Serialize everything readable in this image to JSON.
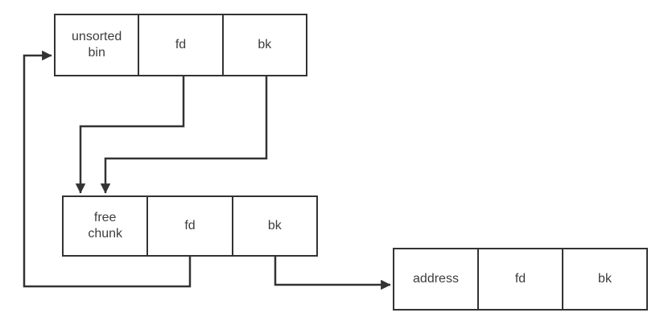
{
  "diagram": {
    "background_color": "#ffffff",
    "line_color": "#333333",
    "text_color": "#3d3d3d",
    "boxes": [
      {
        "id": "unsorted-bin",
        "cells": [
          {
            "label": "unsorted\nbin"
          },
          {
            "label": "fd"
          },
          {
            "label": "bk"
          }
        ]
      },
      {
        "id": "free-chunk",
        "cells": [
          {
            "label": "free\nchunk"
          },
          {
            "label": "fd"
          },
          {
            "label": "bk"
          }
        ]
      },
      {
        "id": "address",
        "cells": [
          {
            "label": "address"
          },
          {
            "label": "fd"
          },
          {
            "label": "bk"
          }
        ]
      }
    ],
    "arrows": [
      {
        "name": "unsorted-bin-fd-to-free-chunk",
        "from": "unsorted bin / fd",
        "to": "free chunk"
      },
      {
        "name": "unsorted-bin-bk-to-free-chunk",
        "from": "unsorted bin / bk",
        "to": "free chunk"
      },
      {
        "name": "free-chunk-fd-to-unsorted-bin",
        "from": "free chunk / fd",
        "to": "unsorted bin"
      },
      {
        "name": "free-chunk-bk-to-address",
        "from": "free chunk / bk",
        "to": "address"
      }
    ]
  }
}
